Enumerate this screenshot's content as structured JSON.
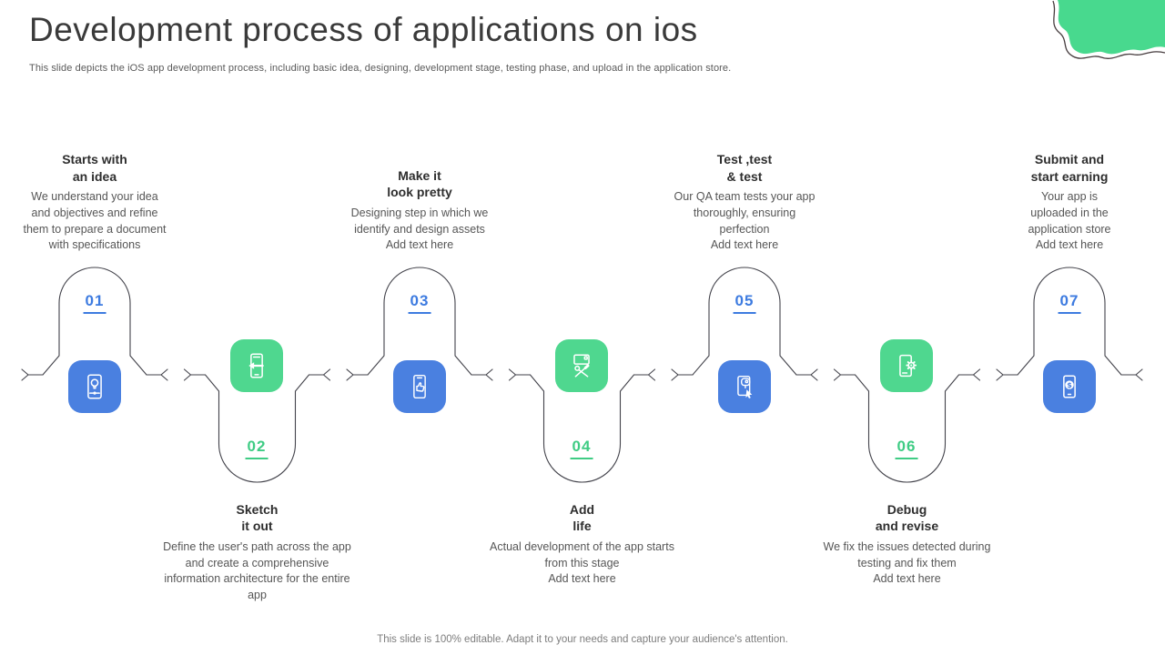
{
  "slide": {
    "title": "Development process of applications on ios",
    "subtitle": "This slide depicts the iOS app development process, including basic idea, designing, development stage, testing phase, and upload in the application store.",
    "footer": "This slide is 100% editable. Adapt it to your needs and capture your audience's attention."
  },
  "colors": {
    "blue": "#4a80e0",
    "green": "#4fd78f",
    "number_blue": "#3d7be0",
    "number_green": "#3fcc84",
    "outline": "#42424a"
  },
  "steps": [
    {
      "number": "01",
      "title": "Starts with\nan idea",
      "description": "We understand your idea and objectives and refine them to prepare a document with specifications",
      "position": "top",
      "color": "blue",
      "icon": "idea-phone-icon"
    },
    {
      "number": "02",
      "title": "Sketch\nit out",
      "description": "Define the user's path across the app and create a comprehensive information architecture for the entire app",
      "position": "bottom",
      "color": "green",
      "icon": "sketch-phone-icon"
    },
    {
      "number": "03",
      "title": "Make it\nlook pretty",
      "description": "Designing step in which we identify and design assets\nAdd text here",
      "position": "top",
      "color": "blue",
      "icon": "design-phone-icon"
    },
    {
      "number": "04",
      "title": "Add\nlife",
      "description": "Actual development of the app starts from this stage\nAdd text here",
      "position": "bottom",
      "color": "green",
      "icon": "development-tools-icon"
    },
    {
      "number": "05",
      "title": "Test ,test\n& test",
      "description": "Our QA team tests your app thoroughly, ensuring perfection\nAdd text here",
      "position": "top",
      "color": "blue",
      "icon": "testing-phone-icon"
    },
    {
      "number": "06",
      "title": "Debug\nand revise",
      "description": "We fix the issues detected during testing and fix them\nAdd text here",
      "position": "bottom",
      "color": "green",
      "icon": "debug-gear-phone-icon"
    },
    {
      "number": "07",
      "title": "Submit and\nstart earning",
      "description": "Your app is\nuploaded in the\napplication store\nAdd text here",
      "position": "top",
      "color": "blue",
      "icon": "earning-phone-icon"
    }
  ]
}
